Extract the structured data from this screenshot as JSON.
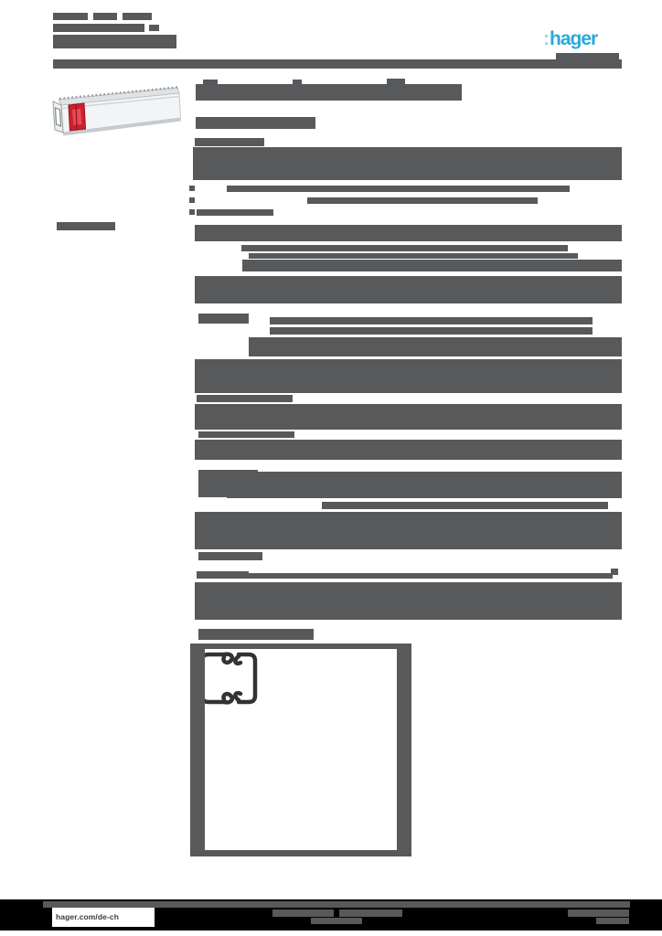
{
  "brand": {
    "logo_prefix": ":",
    "logo_text": "hager",
    "logo_color": "#29a9dc"
  },
  "footer": {
    "url_label": "hager.com/de-ch",
    "band_color": "#000000"
  },
  "colors": {
    "redaction": "#58595b",
    "page_background": "#ffffff",
    "drawing_stroke": "#333333",
    "product_red": "#cd2030"
  },
  "redactions": {
    "note": "all document text is masked as gray blocks; geometry is [x,y,w,h] in page pixels",
    "blocks": [
      [
        58,
        14,
        38,
        8
      ],
      [
        102,
        14,
        26,
        8
      ],
      [
        134,
        14,
        32,
        8
      ],
      [
        58,
        26,
        100,
        9
      ],
      [
        163,
        27,
        11,
        7
      ],
      [
        58,
        38,
        135,
        15
      ],
      [
        58,
        65,
        622,
        10
      ],
      [
        608,
        58,
        69,
        7
      ],
      [
        222,
        87,
        16,
        6
      ],
      [
        320,
        87,
        10,
        6
      ],
      [
        423,
        86,
        20,
        7
      ],
      [
        214,
        92,
        291,
        18
      ],
      [
        214,
        128,
        131,
        13
      ],
      [
        62,
        243,
        64,
        9
      ],
      [
        213,
        151,
        76,
        9
      ],
      [
        211,
        161,
        469,
        36
      ],
      [
        248,
        203,
        375,
        7
      ],
      [
        336,
        216,
        252,
        7
      ],
      [
        207,
        203,
        6,
        6
      ],
      [
        207,
        216,
        6,
        6
      ],
      [
        207,
        229,
        6,
        6
      ],
      [
        215,
        229,
        84,
        7
      ],
      [
        213,
        246,
        467,
        18
      ],
      [
        264,
        268,
        357,
        7
      ],
      [
        272,
        277,
        360,
        6
      ],
      [
        265,
        284,
        415,
        13
      ],
      [
        213,
        302,
        467,
        30
      ],
      [
        217,
        343,
        55,
        11
      ],
      [
        295,
        347,
        353,
        8
      ],
      [
        295,
        358,
        353,
        8
      ],
      [
        272,
        369,
        408,
        21
      ],
      [
        213,
        393,
        467,
        37
      ],
      [
        215,
        432,
        105,
        8
      ],
      [
        213,
        442,
        467,
        28
      ],
      [
        217,
        472,
        105,
        7
      ],
      [
        213,
        481,
        467,
        22
      ],
      [
        217,
        514,
        65,
        30
      ],
      [
        248,
        516,
        432,
        29
      ],
      [
        352,
        549,
        313,
        8
      ],
      [
        213,
        560,
        467,
        41
      ],
      [
        217,
        604,
        70,
        9
      ],
      [
        215,
        625,
        57,
        8
      ],
      [
        272,
        627,
        398,
        6
      ],
      [
        668,
        622,
        8,
        7
      ],
      [
        213,
        637,
        467,
        41
      ],
      [
        217,
        688,
        126,
        12
      ],
      [
        208,
        704,
        242,
        6
      ],
      [
        208,
        930,
        242,
        7
      ],
      [
        208,
        704,
        16,
        233
      ],
      [
        434,
        704,
        16,
        233
      ],
      [
        47,
        986,
        642,
        7
      ],
      [
        298,
        995,
        67,
        8
      ],
      [
        371,
        995,
        69,
        8
      ],
      [
        340,
        1004,
        56,
        7
      ],
      [
        621,
        995,
        67,
        8
      ],
      [
        652,
        1004,
        36,
        7
      ]
    ]
  }
}
